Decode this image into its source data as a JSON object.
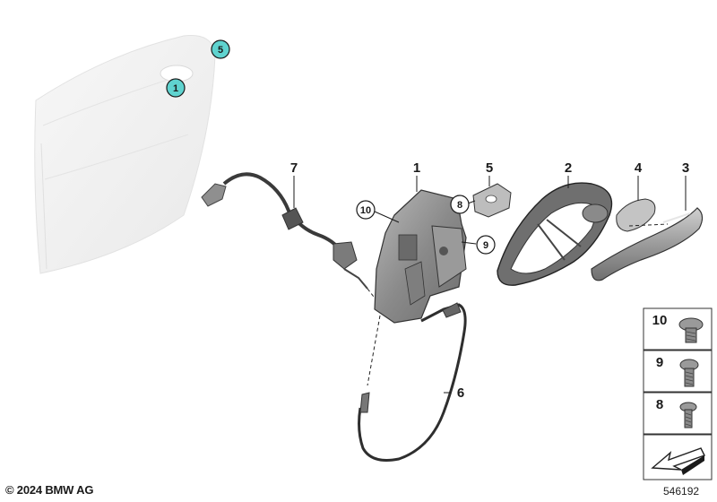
{
  "diagram": {
    "callouts": [
      {
        "id": "c1",
        "label": "1"
      },
      {
        "id": "c2",
        "label": "2"
      },
      {
        "id": "c3",
        "label": "3"
      },
      {
        "id": "c4",
        "label": "4"
      },
      {
        "id": "c5",
        "label": "5"
      },
      {
        "id": "c6",
        "label": "6"
      },
      {
        "id": "c7",
        "label": "7"
      }
    ],
    "circled": [
      {
        "id": "door1",
        "label": "1"
      },
      {
        "id": "door5",
        "label": "5"
      },
      {
        "id": "p8",
        "label": "8"
      },
      {
        "id": "p9",
        "label": "9"
      },
      {
        "id": "p10",
        "label": "10"
      }
    ],
    "legend": [
      {
        "label": "10"
      },
      {
        "label": "9"
      },
      {
        "label": "8"
      }
    ],
    "highlight_color": "#5fd3cf"
  },
  "footer": {
    "copyright": "© 2024 BMW AG",
    "image_id": "546192"
  }
}
